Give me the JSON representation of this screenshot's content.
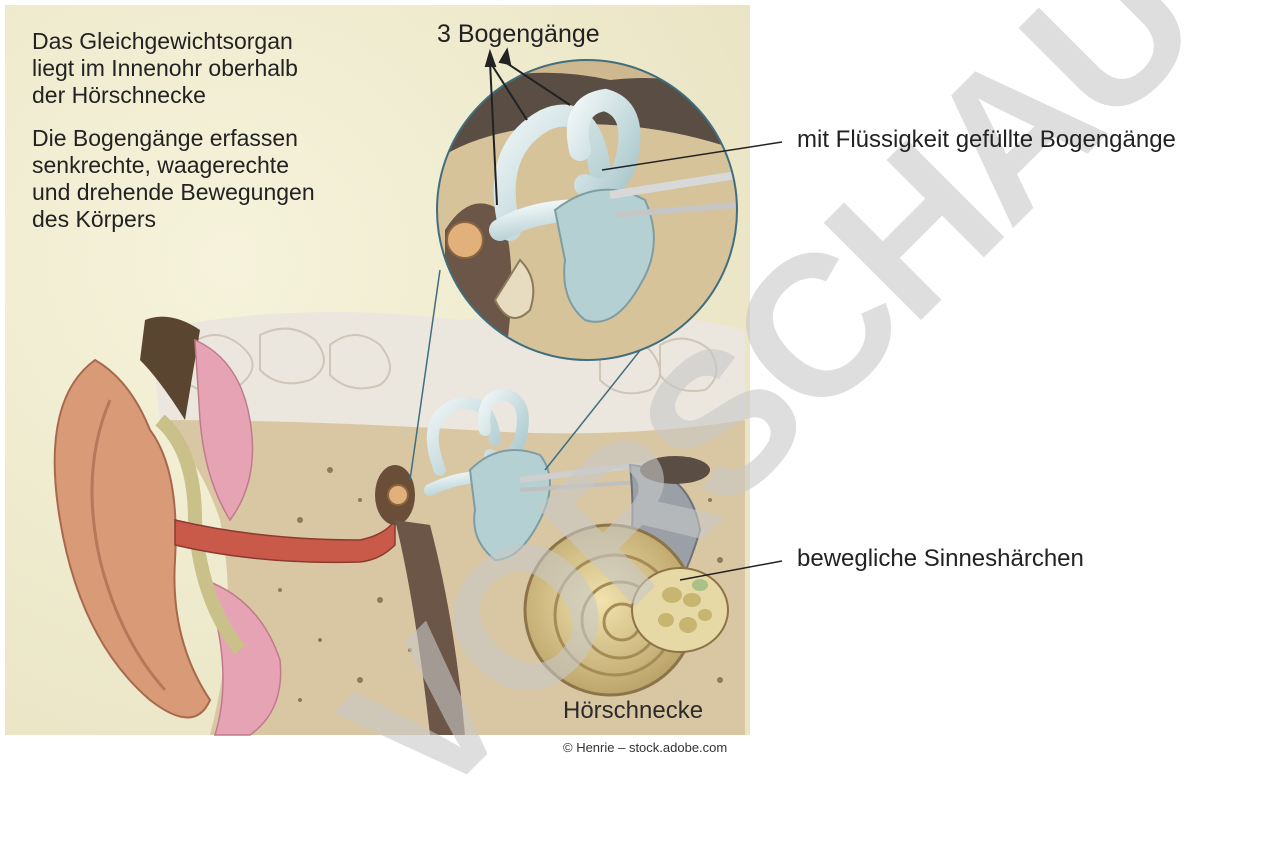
{
  "intro": {
    "line1": "Das Gleichgewichtsorgan\nliegt im Innenohr oberhalb\nder Hörschnecke",
    "line2": "Die Bogengänge erfassen\nsenkrechte, waagerechte\nund drehende Bewegungen\ndes Körpers"
  },
  "labels": {
    "canals": "3 Bogengänge",
    "fluid": "mit Flüssigkeit gefüllte Bogengänge",
    "hairs": "bewegliche Sinneshärchen",
    "cochlea": "Hörschnecke"
  },
  "credit": "© Henrie – stock.adobe.com",
  "watermark": "VORSCHAU",
  "colors": {
    "background_wash": "#f3f1dc",
    "bone": "#d9c7a4",
    "canal": "#cfe0e4",
    "ear_skin": "#d99a78",
    "tissue_pink": "#e6a3b4",
    "cochlea": "#d9c48a",
    "watermark": "#c8c8c8"
  }
}
